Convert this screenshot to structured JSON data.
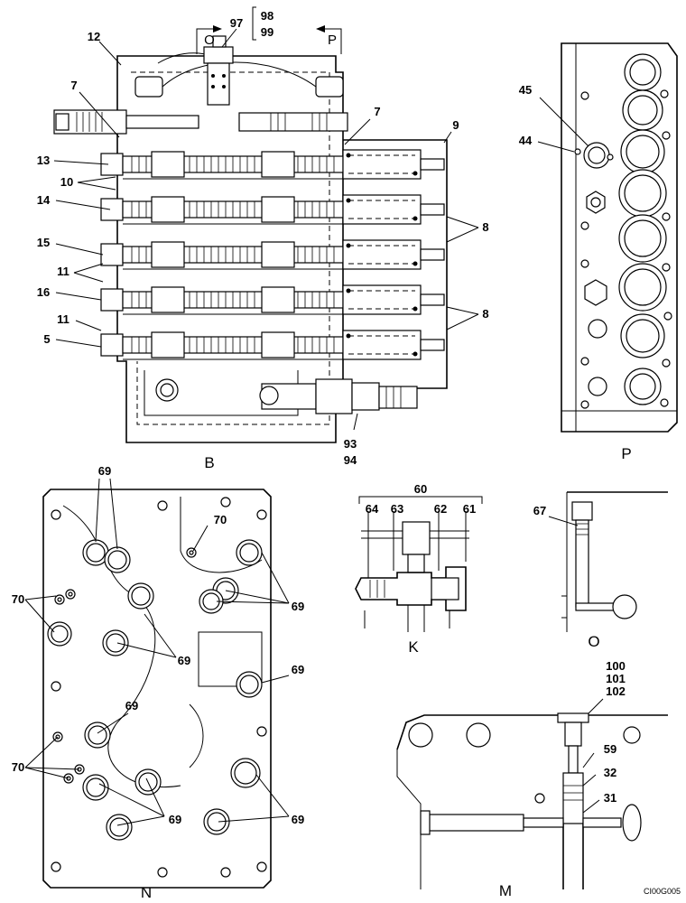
{
  "views": {
    "B": "B",
    "P": "P",
    "N": "N",
    "K": "K",
    "O": "O",
    "M": "M"
  },
  "section_marks": {
    "O": "O",
    "P": "P"
  },
  "callouts_b": {
    "p97": "97",
    "p98": "98",
    "p99": "99",
    "p12": "12",
    "p7a": "7",
    "p7b": "7",
    "p9": "9",
    "p13": "13",
    "p10": "10",
    "p14": "14",
    "p8a": "8",
    "p15": "15",
    "p11a": "11",
    "p16": "16",
    "p8b": "8",
    "p11b": "11",
    "p5": "5",
    "p93": "93",
    "p94": "94"
  },
  "callouts_p": {
    "p45": "45",
    "p44": "44"
  },
  "callouts_n": {
    "a": "69",
    "b": "70",
    "c": "70",
    "d": "69",
    "e": "69",
    "f": "69",
    "g": "69",
    "h": "70",
    "i": "69",
    "j": "69"
  },
  "callouts_k": {
    "p60": "60",
    "p64": "64",
    "p63": "63",
    "p62": "62",
    "p61": "61"
  },
  "callouts_o": {
    "p67": "67"
  },
  "callouts_m": {
    "p100": "100",
    "p101": "101",
    "p102": "102",
    "p59": "59",
    "p32": "32",
    "p31": "31"
  },
  "drawing_code": "CI00G005"
}
